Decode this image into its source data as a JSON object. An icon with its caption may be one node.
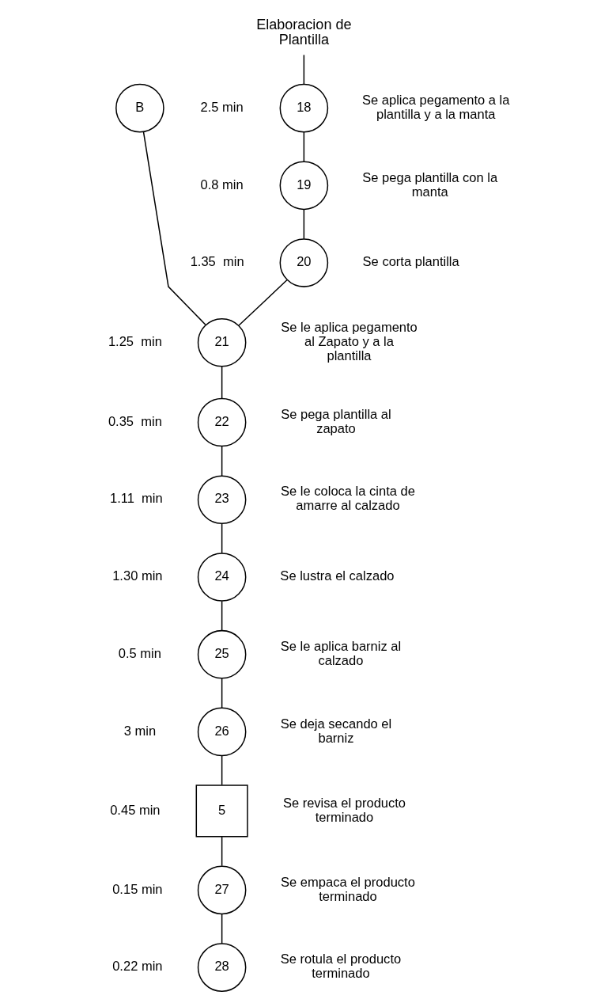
{
  "diagram": {
    "nodes": [
      {
        "text": [
          "Elaboracion de Plantilla"
        ]
      },
      {
        "text": [
          "18"
        ],
        "beside": [
          "2.5 min",
          "Se aplica pegamento a la plantilla y a la manta"
        ]
      },
      {
        "text": [
          "19"
        ],
        "beside": [
          "0.8 min",
          "Se pega plantilla con la manta"
        ]
      },
      {
        "text": [
          "20"
        ],
        "beside": [
          "1.35  min",
          "Se corta plantilla"
        ]
      },
      {
        "text": [
          "B"
        ]
      },
      {
        "text": [
          "21"
        ],
        "beside": [
          "1.25  min",
          "Se le aplica pegamento al Zapato y a la plantilla"
        ]
      },
      {
        "text": [
          "22"
        ],
        "beside": [
          "0.35  min",
          "Se pega plantilla al zapato"
        ]
      },
      {
        "text": [
          "23"
        ],
        "beside": [
          "1.11  min",
          "Se le coloca la cinta de amarre al calzado"
        ]
      },
      {
        "text": [
          "24"
        ],
        "beside": [
          "1.30 min",
          "Se lustra el calzado"
        ]
      },
      {
        "text": [
          "25"
        ],
        "beside": [
          "0.5 min",
          "Se le aplica barniz al calzado"
        ]
      },
      {
        "text": [
          "26"
        ],
        "beside": [
          "3 min",
          "Se deja secando el barniz"
        ]
      },
      {
        "text": [
          "5"
        ],
        "beside": [
          "0.45 min",
          "Se revisa el producto terminado"
        ]
      },
      {
        "text": [
          "27"
        ],
        "beside": [
          "0.15 min",
          "Se empaca el producto terminado"
        ]
      },
      {
        "text": [
          "28"
        ],
        "beside": [
          "0.22 min",
          "Se rotula el producto terminado"
        ]
      }
    ],
    "edges": [
      {
        "from": 0,
        "to": 1,
        "arrow": "none"
      },
      {
        "from": 1,
        "to": 2,
        "arrow": "none"
      },
      {
        "from": 2,
        "to": 3,
        "arrow": "none"
      },
      {
        "from": 3,
        "to": 5,
        "arrow": "none"
      },
      {
        "from": 4,
        "to": 5,
        "arrow": "none"
      },
      {
        "from": 5,
        "to": 6,
        "arrow": "none"
      },
      {
        "from": 6,
        "to": 7,
        "arrow": "none"
      },
      {
        "from": 7,
        "to": 8,
        "arrow": "none"
      },
      {
        "from": 8,
        "to": 9,
        "arrow": "none"
      },
      {
        "from": 9,
        "to": 10,
        "arrow": "none"
      },
      {
        "from": 10,
        "to": 11,
        "arrow": "none"
      },
      {
        "from": 11,
        "to": 12,
        "arrow": "none"
      },
      {
        "from": 12,
        "to": 13,
        "arrow": "none"
      }
    ]
  }
}
